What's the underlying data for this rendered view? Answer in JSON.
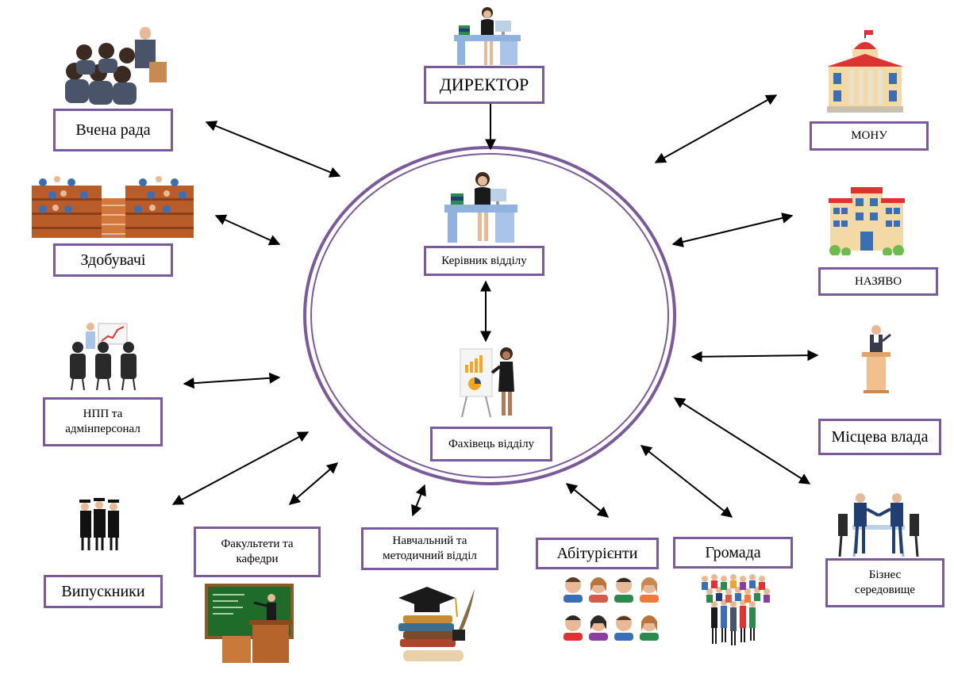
{
  "nodes": {
    "director": "ДИРЕКТОР",
    "head_of_department": "Керівник відділу",
    "department_specialist": "Фахівець відділу",
    "academic_council": "Вчена рада",
    "applicants_students": "Здобувачі",
    "staff": "НПП та адмінперсонал",
    "graduates": "Випускники",
    "faculties": "Факультети та кафедри",
    "methodical_department": "Навчальний та методичний відділ",
    "entrants": "Абітурієнти",
    "community": "Громада",
    "business": "Бізнес середовище",
    "local_authority": "Місцева влада",
    "nazyavo": "НАЗЯВО",
    "ministry": "МОНУ"
  },
  "icons": {
    "council": "audience-meeting-icon",
    "students": "lecture-hall-icon",
    "staff": "presentation-team-icon",
    "graduates": "graduates-icon",
    "faculties": "teacher-blackboard-icon",
    "methodical": "books-mortarboard-icon",
    "entrants": "faces-grid-icon",
    "community": "crowd-icon",
    "business": "handshake-icon",
    "local_authority": "speaker-podium-icon",
    "nazyavo": "school-building-icon",
    "ministry": "government-building-icon",
    "director": "office-desk-icon",
    "head": "office-desk-icon",
    "specialist": "chart-presenter-icon"
  },
  "colors": {
    "frame": "#7a5a9a",
    "arrow": "#000000"
  }
}
